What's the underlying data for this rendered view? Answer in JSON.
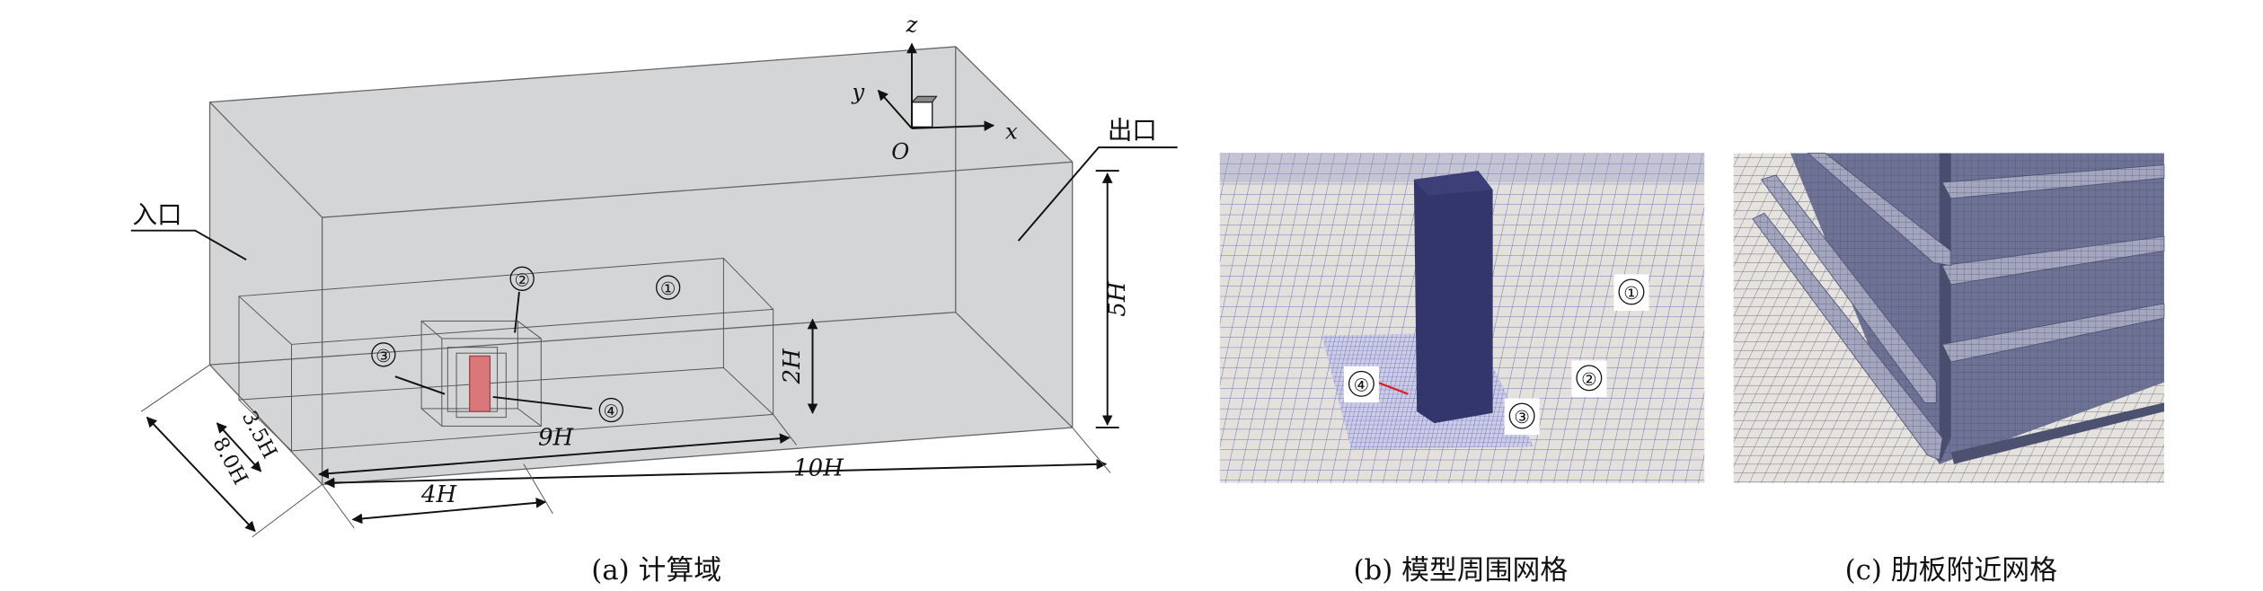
{
  "panel_a": {
    "caption": "(a) 计算域",
    "inlet_label": "入口",
    "outlet_label": "出口",
    "axes": {
      "z": "z",
      "y": "y",
      "x": "x",
      "origin": "O"
    },
    "region_labels": [
      "①",
      "②",
      "③",
      "④"
    ],
    "dimensions": {
      "height_total": "5H",
      "height_region": "2H",
      "length_region": "9H",
      "length_total": "10H",
      "upstream": "4H",
      "width_region": "3.5H",
      "width_total": "8.0H"
    },
    "colors": {
      "domain": "#d4d5d6",
      "building": "#d9777a"
    }
  },
  "panel_b": {
    "caption": "(b) 模型周围网格",
    "region_labels": [
      "①",
      "②",
      "③",
      "④"
    ],
    "colors": {
      "building": "#33366a",
      "mesh": "#5a5fae",
      "ground": "#e4e1dc"
    }
  },
  "panel_c": {
    "caption": "(c) 肋板附近网格",
    "colors": {
      "surface": "#6e7395",
      "rib": "#9a9db5"
    }
  }
}
